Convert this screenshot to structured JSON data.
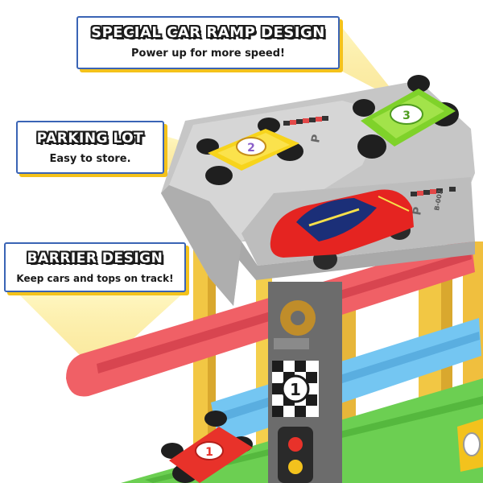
{
  "callouts": {
    "ramp": {
      "title": "SPECIAL CAR RAMP DESIGN",
      "subtitle": "Power up for more speed!"
    },
    "parking": {
      "title": "PARKING LOT",
      "subtitle": "Easy to store."
    },
    "barrier": {
      "title": "BARRIER DESIGN",
      "subtitle": "Keep cars and tops on track!"
    }
  },
  "cars": {
    "yellow": {
      "number": "2",
      "color": "#f7d41c"
    },
    "green": {
      "number": "3",
      "color": "#7fd22a"
    },
    "red_bottom": {
      "number": "1",
      "color": "#e8322a"
    },
    "red_race": {
      "color": "#e52421"
    }
  },
  "signs": {
    "parking_mark": "P",
    "tower_number": "1",
    "slot_code": "B-002"
  },
  "colors": {
    "callout_border": "#3a64b5",
    "callout_shadow": "#f4c21b",
    "ramp_red": "#f06066",
    "ramp_blue": "#74c6f2",
    "ramp_green": "#6ccf52",
    "frame_yellow": "#f2c744",
    "parking_gray": "#c6c6c6"
  }
}
